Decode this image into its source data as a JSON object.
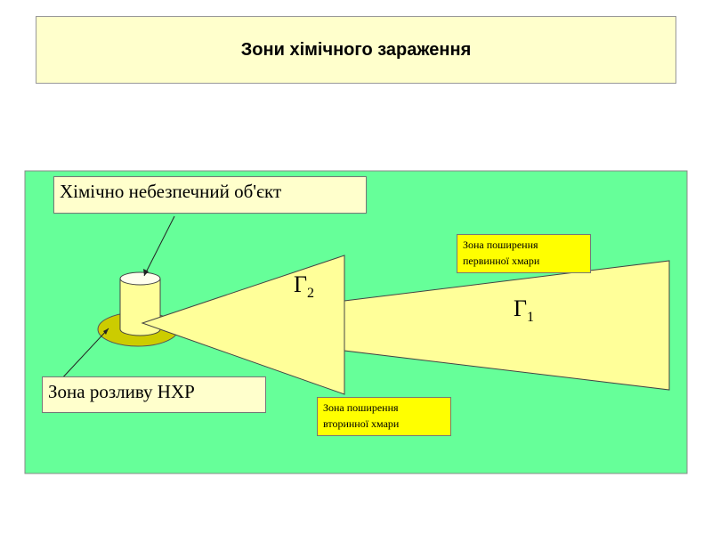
{
  "title": "Зони хімічного зараження",
  "labels": {
    "object": "Хімічно небезпечний об'єкт",
    "spill_zone": "Зона розливу НХР",
    "primary_cloud_line1": "Зона поширення",
    "primary_cloud_line2": "первинної хмари",
    "secondary_cloud_line1": "Зона поширення",
    "secondary_cloud_line2": "вторинної хмари"
  },
  "symbols": {
    "g2": "Г",
    "g2_sub": "2",
    "g1": "Г",
    "g1_sub": "1"
  },
  "colors": {
    "panel": "#66ff99",
    "zone_fill": "#ffff99",
    "spill": "#cccc00",
    "callout": "#ffff00"
  }
}
